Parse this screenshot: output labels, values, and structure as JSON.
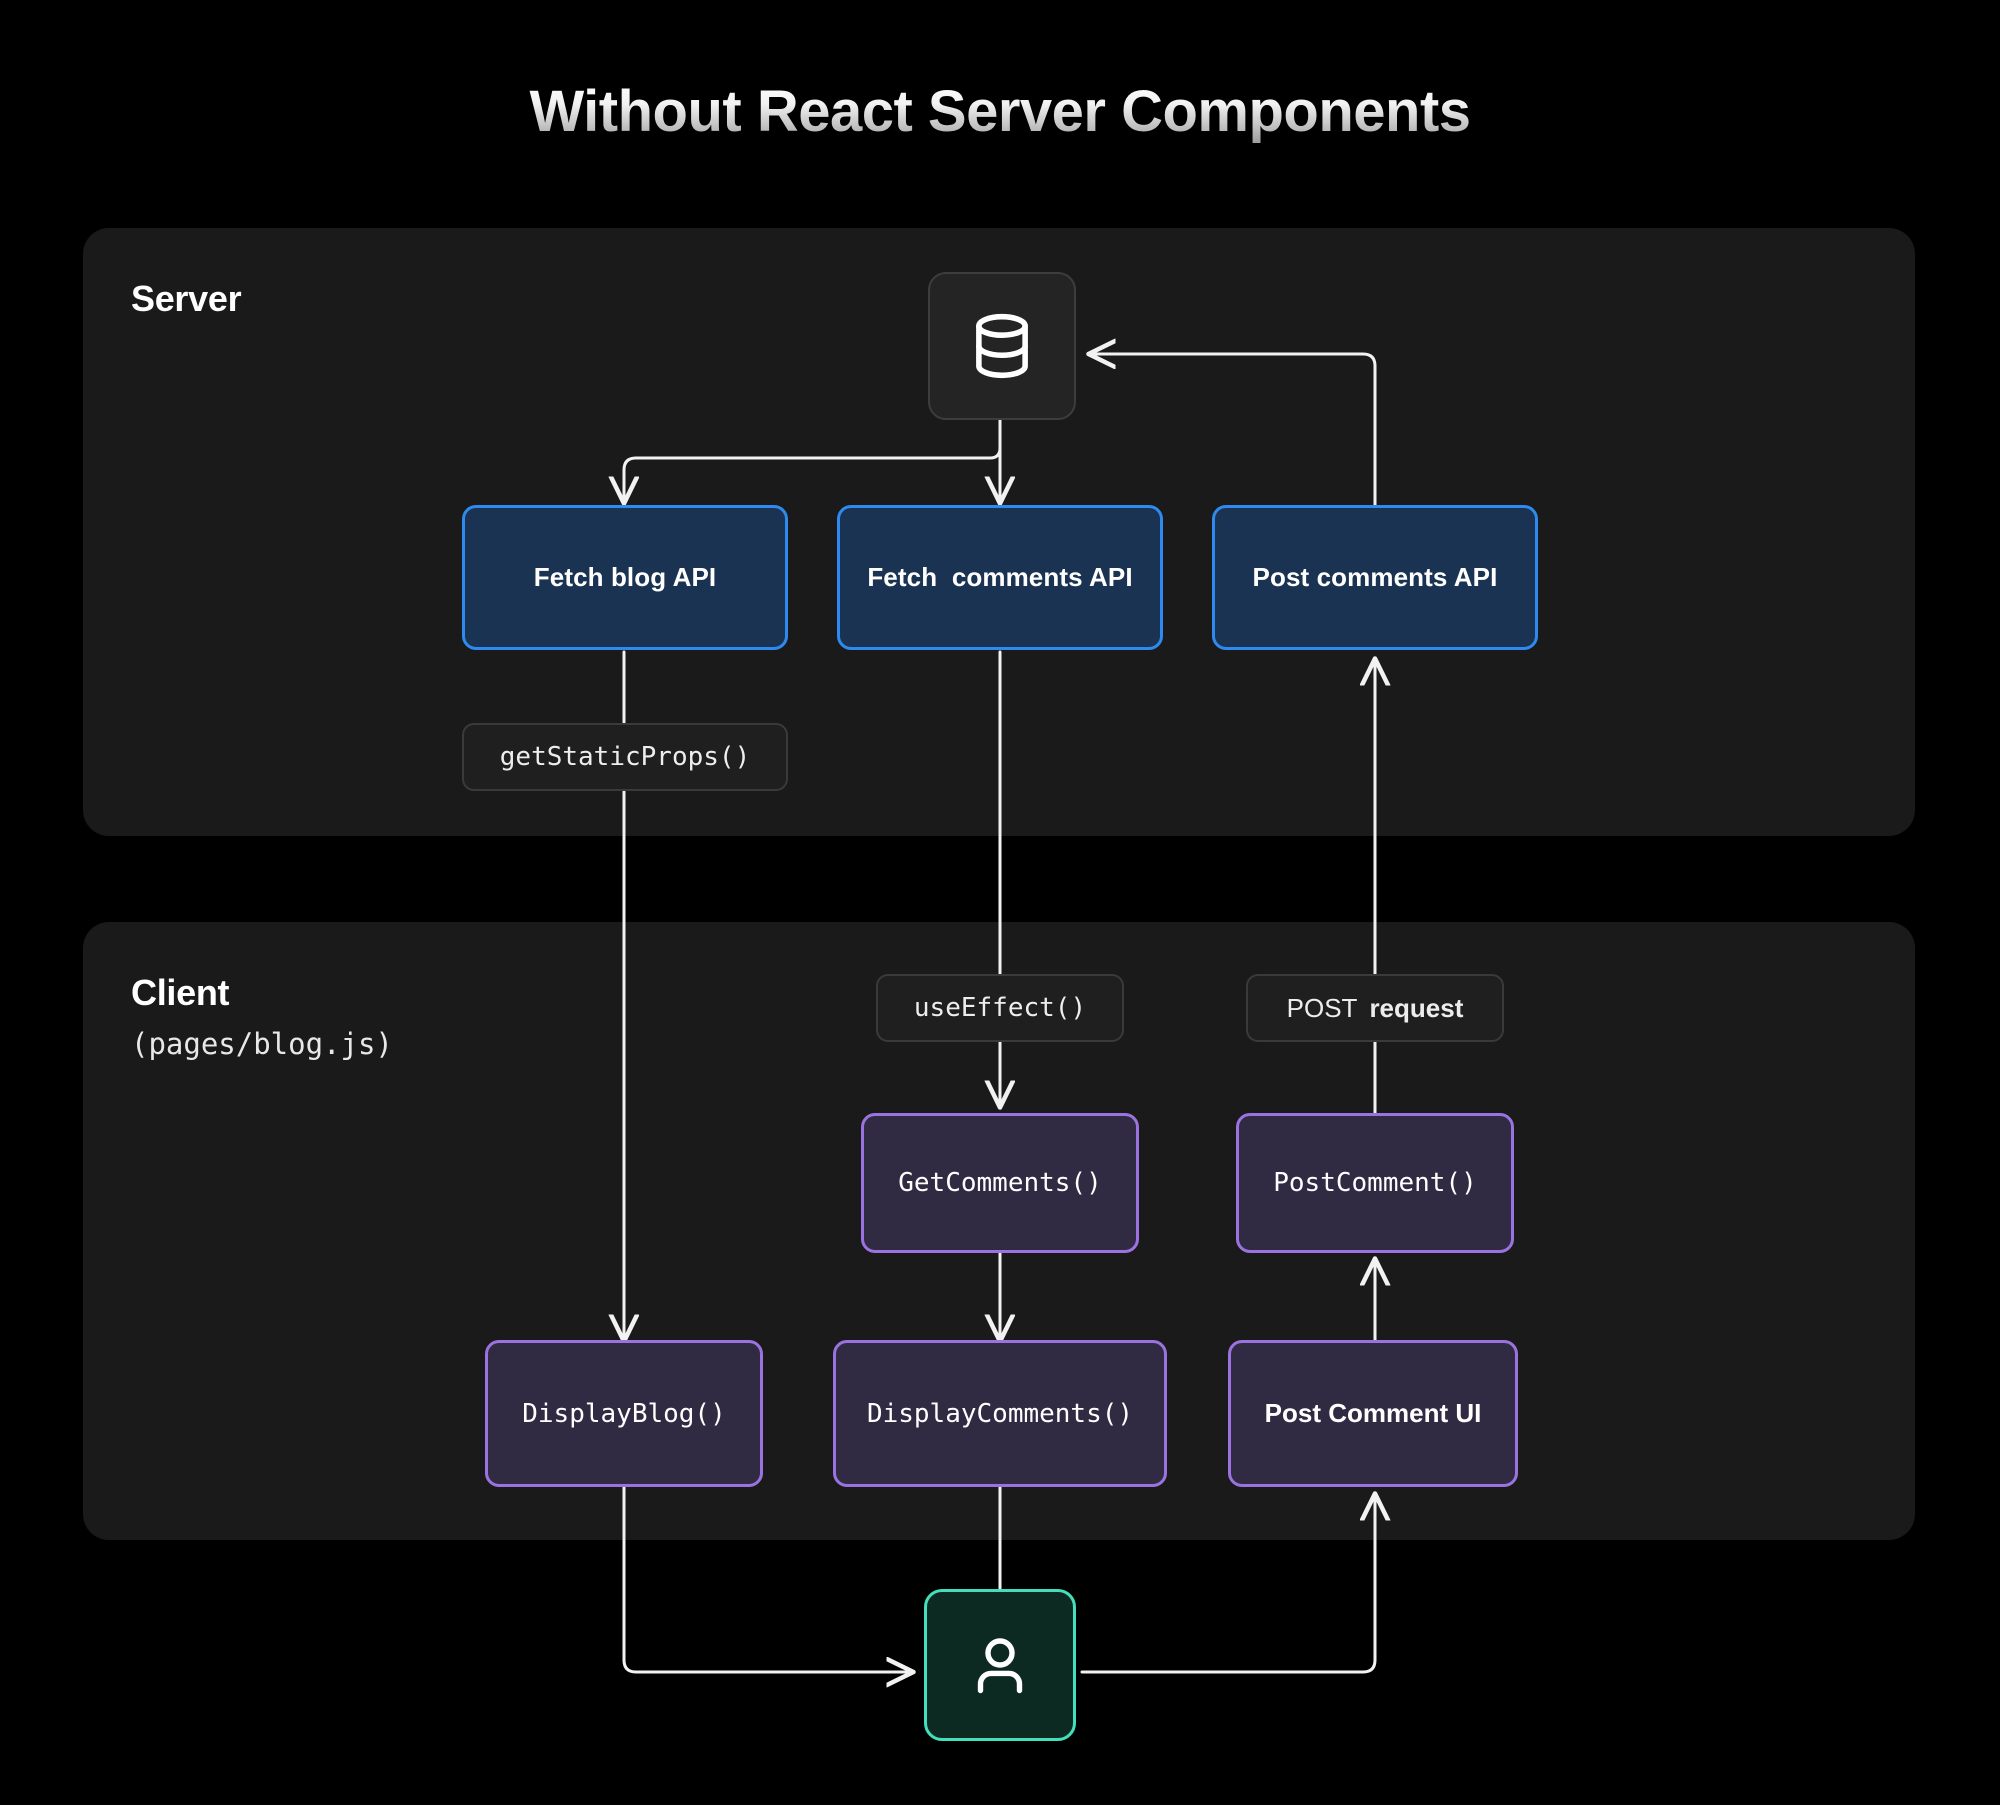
{
  "title": "Without React Server Components",
  "colors": {
    "background": "#000000",
    "panel": "#1a1a1a",
    "api_border": "#2e8aee",
    "api_fill": "#1b3352",
    "component_border": "#9b73e0",
    "component_fill": "#302a42",
    "user_border": "#43debb",
    "user_fill": "#0d2a22",
    "connector": "#f2f2f2"
  },
  "server": {
    "title": "Server",
    "db_icon": "database-icon",
    "nodes": [
      {
        "id": "fetch-blog-api",
        "label": "Fetch blog API"
      },
      {
        "id": "fetch-comments-api",
        "label": "Fetch  comments API"
      },
      {
        "id": "post-comments-api",
        "label": "Post comments API"
      }
    ],
    "labels": [
      {
        "id": "get-static-props",
        "label": "getStaticProps()"
      }
    ]
  },
  "client": {
    "title": "Client",
    "subtitle": "(pages/blog.js)",
    "labels": [
      {
        "id": "use-effect",
        "label": "useEffect()"
      },
      {
        "id": "post-request",
        "label_regular": "POST",
        "label_bold": "request"
      }
    ],
    "nodes": [
      {
        "id": "get-comments",
        "label": "GetComments()"
      },
      {
        "id": "post-comment",
        "label": "PostComment()"
      },
      {
        "id": "display-blog",
        "label": "DisplayBlog()"
      },
      {
        "id": "display-comments",
        "label": "DisplayComments()"
      },
      {
        "id": "post-comment-ui",
        "label": "Post Comment UI"
      }
    ]
  },
  "user": {
    "icon": "user-icon"
  },
  "chart_data": {
    "type": "diagram",
    "title": "Without React Server Components",
    "groups": [
      {
        "name": "Server",
        "members": [
          "database",
          "Fetch blog API",
          "Fetch  comments API",
          "Post comments API",
          "getStaticProps()"
        ]
      },
      {
        "name": "Client (pages/blog.js)",
        "members": [
          "useEffect()",
          "POST request",
          "GetComments()",
          "PostComment()",
          "DisplayBlog()",
          "DisplayComments()",
          "Post Comment UI"
        ]
      }
    ],
    "edges": [
      {
        "from": "database",
        "to": "Fetch blog API"
      },
      {
        "from": "database",
        "to": "Fetch  comments API"
      },
      {
        "from": "Post comments API",
        "to": "database"
      },
      {
        "from": "Fetch blog API",
        "to": "DisplayBlog()",
        "label": "getStaticProps()"
      },
      {
        "from": "Fetch  comments API",
        "to": "GetComments()",
        "label": "useEffect()"
      },
      {
        "from": "GetComments()",
        "to": "DisplayComments()"
      },
      {
        "from": "PostComment()",
        "to": "Post comments API",
        "label": "POST request"
      },
      {
        "from": "Post Comment UI",
        "to": "PostComment()"
      },
      {
        "from": "DisplayBlog()",
        "to": "user"
      },
      {
        "from": "DisplayComments()",
        "to": "user"
      },
      {
        "from": "user",
        "to": "Post Comment UI"
      }
    ]
  }
}
